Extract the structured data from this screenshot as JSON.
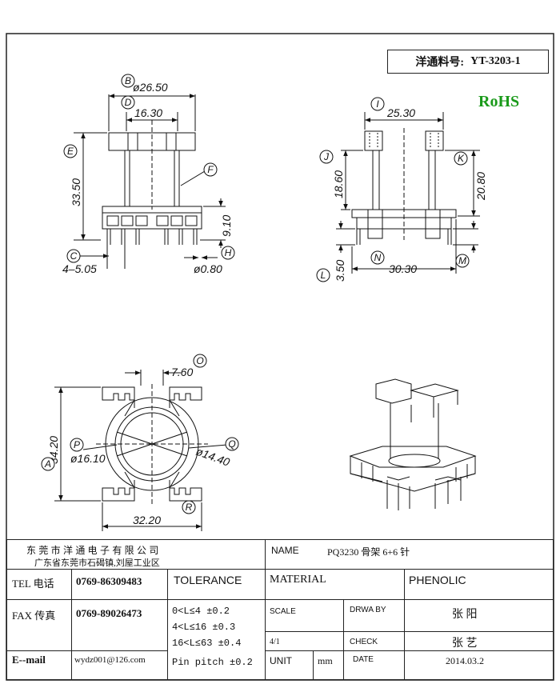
{
  "part_number": {
    "label": "洋通料号:",
    "value": "YT-3203-1"
  },
  "rohs": "RoHS",
  "dimensions": {
    "B": "ø26.50",
    "D": "16.30",
    "E": "33.50",
    "H_gap": "9.10",
    "C": "4–5.05",
    "H": "ø0.80",
    "I": "25.30",
    "J": "18.60",
    "K": "20.80",
    "L": "3.50",
    "N": "30.30",
    "O": "7.60",
    "A": "34.20",
    "P": "ø16.10",
    "Q": "ø14.40",
    "R": "32.20"
  },
  "letters": [
    "B",
    "D",
    "E",
    "F",
    "C",
    "H",
    "I",
    "J",
    "K",
    "L",
    "M",
    "N",
    "O",
    "A",
    "P",
    "Q",
    "R"
  ],
  "title_block": {
    "company": "东 莞 市 洋 通 电 子 有 限 公 司",
    "address": "广东省东莞市石碣镇,刘屋工业区",
    "name_label": "NAME",
    "name_value": "PQ3230 骨架 6+6 针",
    "tel_label": "TEL 电话",
    "tel_value": "0769-86309483",
    "tolerance_label": "TOLERANCE",
    "material_label": "MATERIAL",
    "material_value": "PHENOLIC",
    "fax_label": "FAX 传真",
    "fax_value": "0769-89026473",
    "tol1": "0<L≤4  ±0.2",
    "tol2": "4<L≤16  ±0.3",
    "tol3": "16<L≤63  ±0.4",
    "tol4": "Pin pitch  ±0.2",
    "scale_label": "SCALE",
    "scale_value": "4/1",
    "drwaby_label": "DRWA BY",
    "drwaby_value": "张  阳",
    "check_label": "CHECK",
    "check_value": "张  艺",
    "email_label": "E--mail",
    "email_value": "wydz001@126.com",
    "unit_label": "UNIT",
    "unit_value": "mm",
    "date_label": "DATE",
    "date_value": "2014.03.2"
  }
}
